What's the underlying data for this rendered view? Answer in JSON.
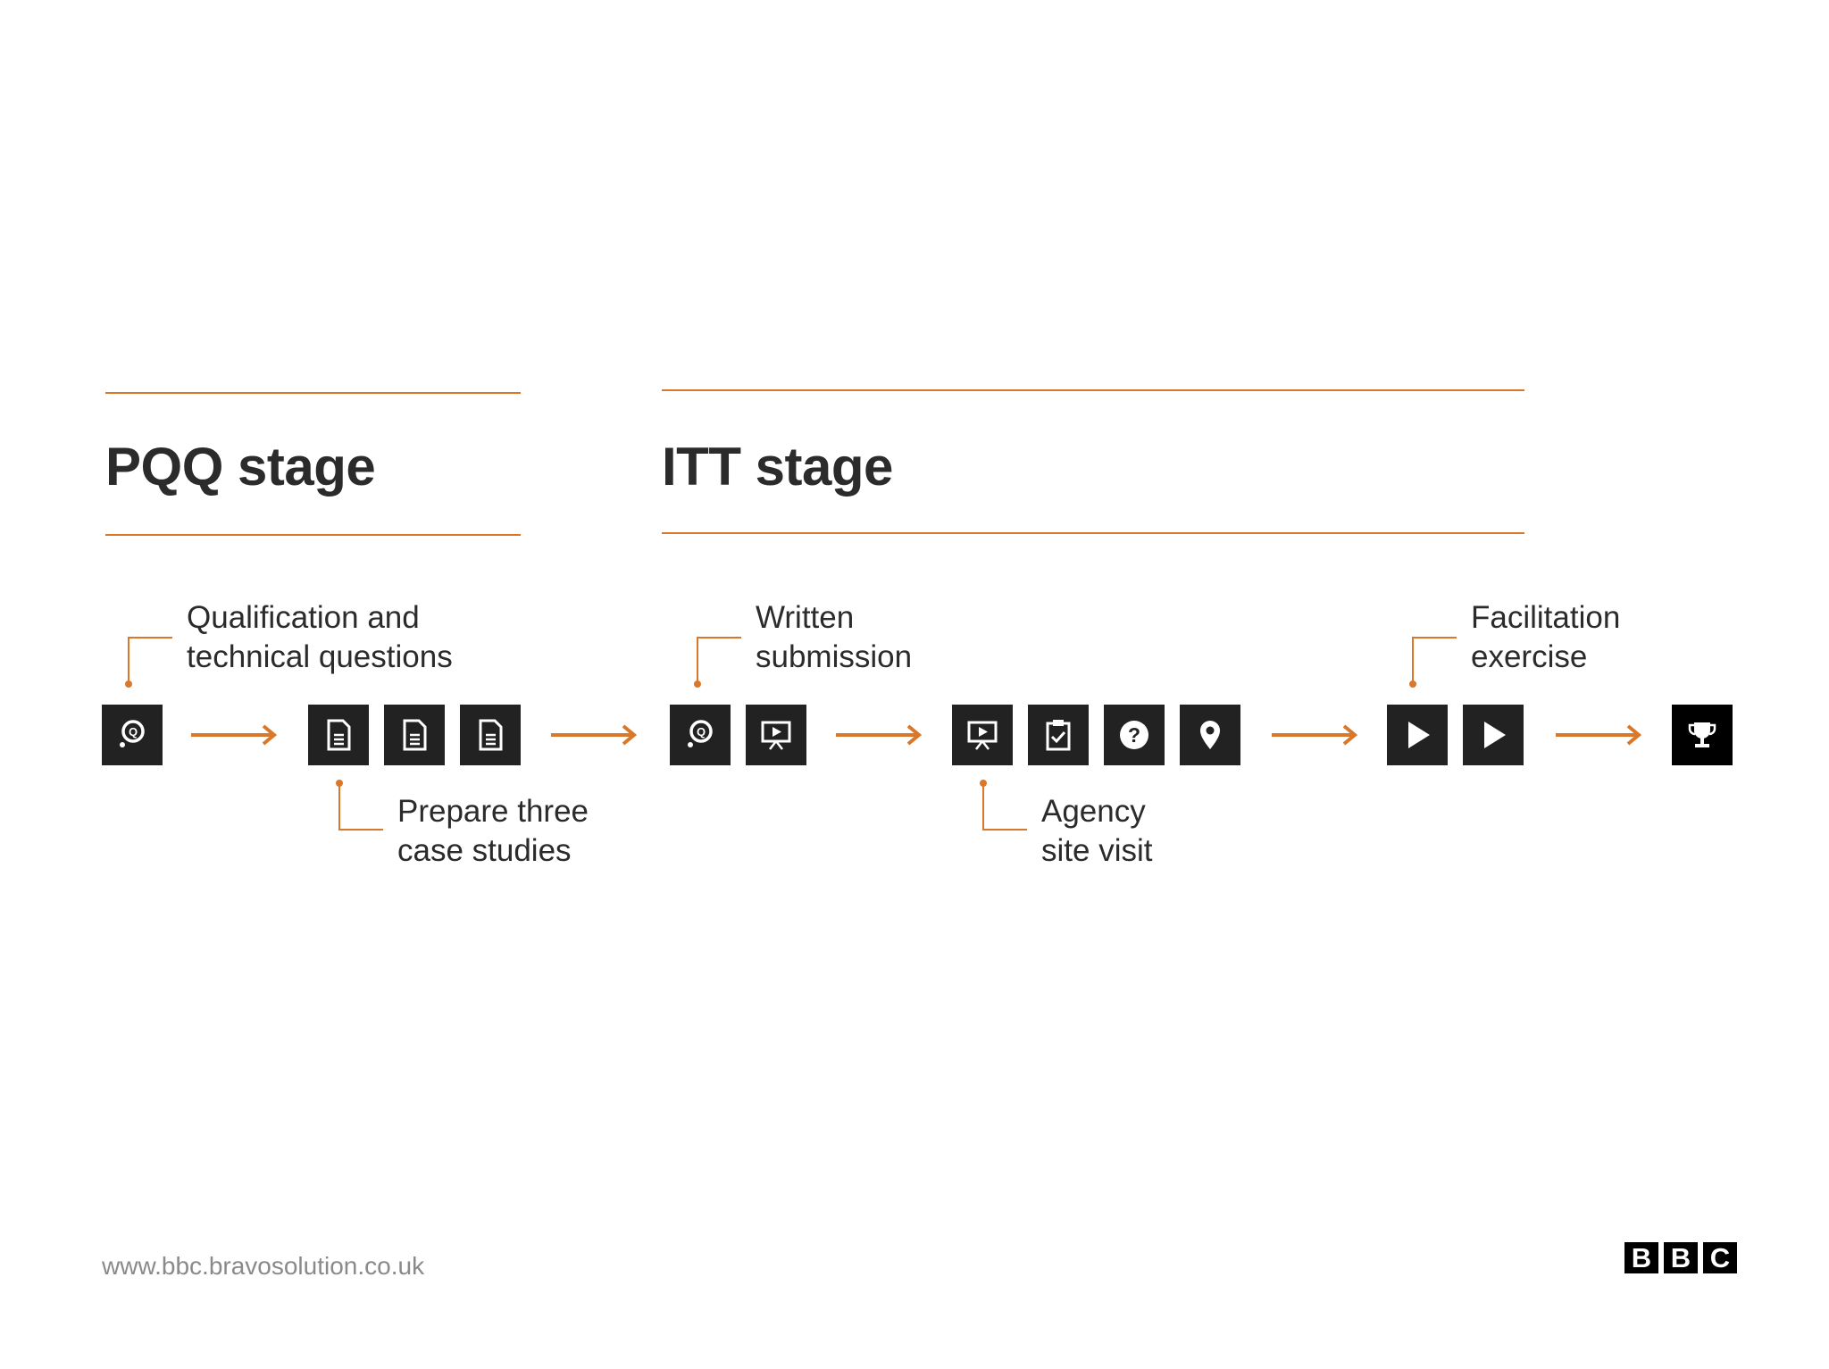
{
  "stages": {
    "pqq": {
      "title": "PQQ stage"
    },
    "itt": {
      "title": "ITT stage"
    }
  },
  "labels": {
    "qualification": {
      "line1": "Qualification and",
      "line2": "technical questions"
    },
    "case_studies": {
      "line1": "Prepare three",
      "line2": "case studies"
    },
    "written": {
      "line1": "Written",
      "line2": "submission"
    },
    "agency": {
      "line1": "Agency",
      "line2": "site visit"
    },
    "facilitation": {
      "line1": "Facilitation",
      "line2": "exercise"
    }
  },
  "steps": [
    {
      "icon": "question-bubble-icon"
    },
    {
      "icon": "document-icon"
    },
    {
      "icon": "document-icon"
    },
    {
      "icon": "document-icon"
    },
    {
      "icon": "question-bubble-icon"
    },
    {
      "icon": "presentation-icon"
    },
    {
      "icon": "presentation-icon"
    },
    {
      "icon": "clipboard-check-icon"
    },
    {
      "icon": "question-mark-icon"
    },
    {
      "icon": "location-pin-icon"
    },
    {
      "icon": "play-icon"
    },
    {
      "icon": "play-icon"
    },
    {
      "icon": "trophy-icon"
    }
  ],
  "colors": {
    "accent": "#d9782b",
    "tile": "#222222",
    "text": "#2b2b2b"
  },
  "footer": {
    "url": "www.bbc.bravosolution.co.uk",
    "logo_letters": [
      "B",
      "B",
      "C"
    ]
  }
}
